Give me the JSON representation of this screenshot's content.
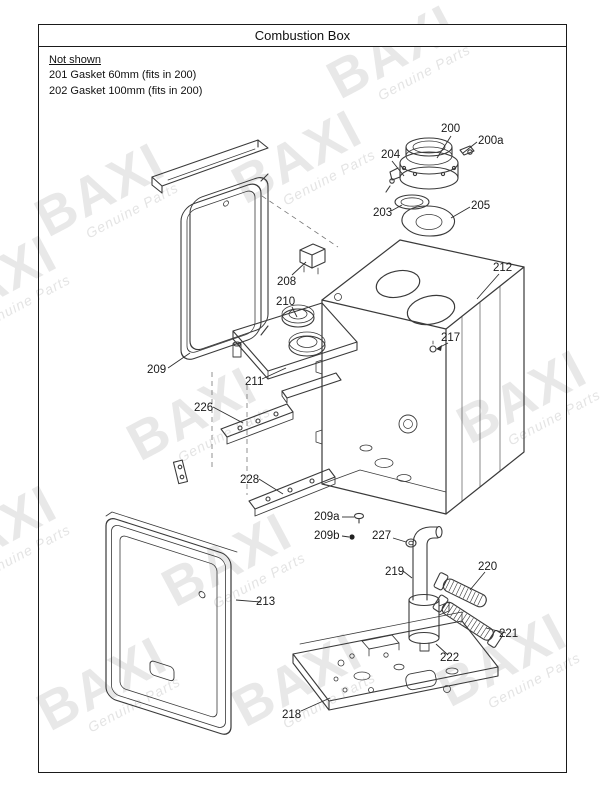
{
  "window": {
    "title": "Combustion Box"
  },
  "not_shown": {
    "heading": "Not shown",
    "line1": "201 Gasket 60mm (fits in 200)",
    "line2": "202 Gasket 100mm (fits in 200)"
  },
  "watermark": {
    "main": "BAXI",
    "sub": "Genuine Parts"
  },
  "labels": [
    {
      "id": "200"
    },
    {
      "id": "200a"
    },
    {
      "id": "204"
    },
    {
      "id": "203"
    },
    {
      "id": "205"
    },
    {
      "id": "208"
    },
    {
      "id": "210"
    },
    {
      "id": "212"
    },
    {
      "id": "217"
    },
    {
      "id": "209"
    },
    {
      "id": "211"
    },
    {
      "id": "226"
    },
    {
      "id": "228"
    },
    {
      "id": "209a"
    },
    {
      "id": "209b"
    },
    {
      "id": "227"
    },
    {
      "id": "219"
    },
    {
      "id": "220"
    },
    {
      "id": "221"
    },
    {
      "id": "222"
    },
    {
      "id": "213"
    },
    {
      "id": "218"
    }
  ]
}
